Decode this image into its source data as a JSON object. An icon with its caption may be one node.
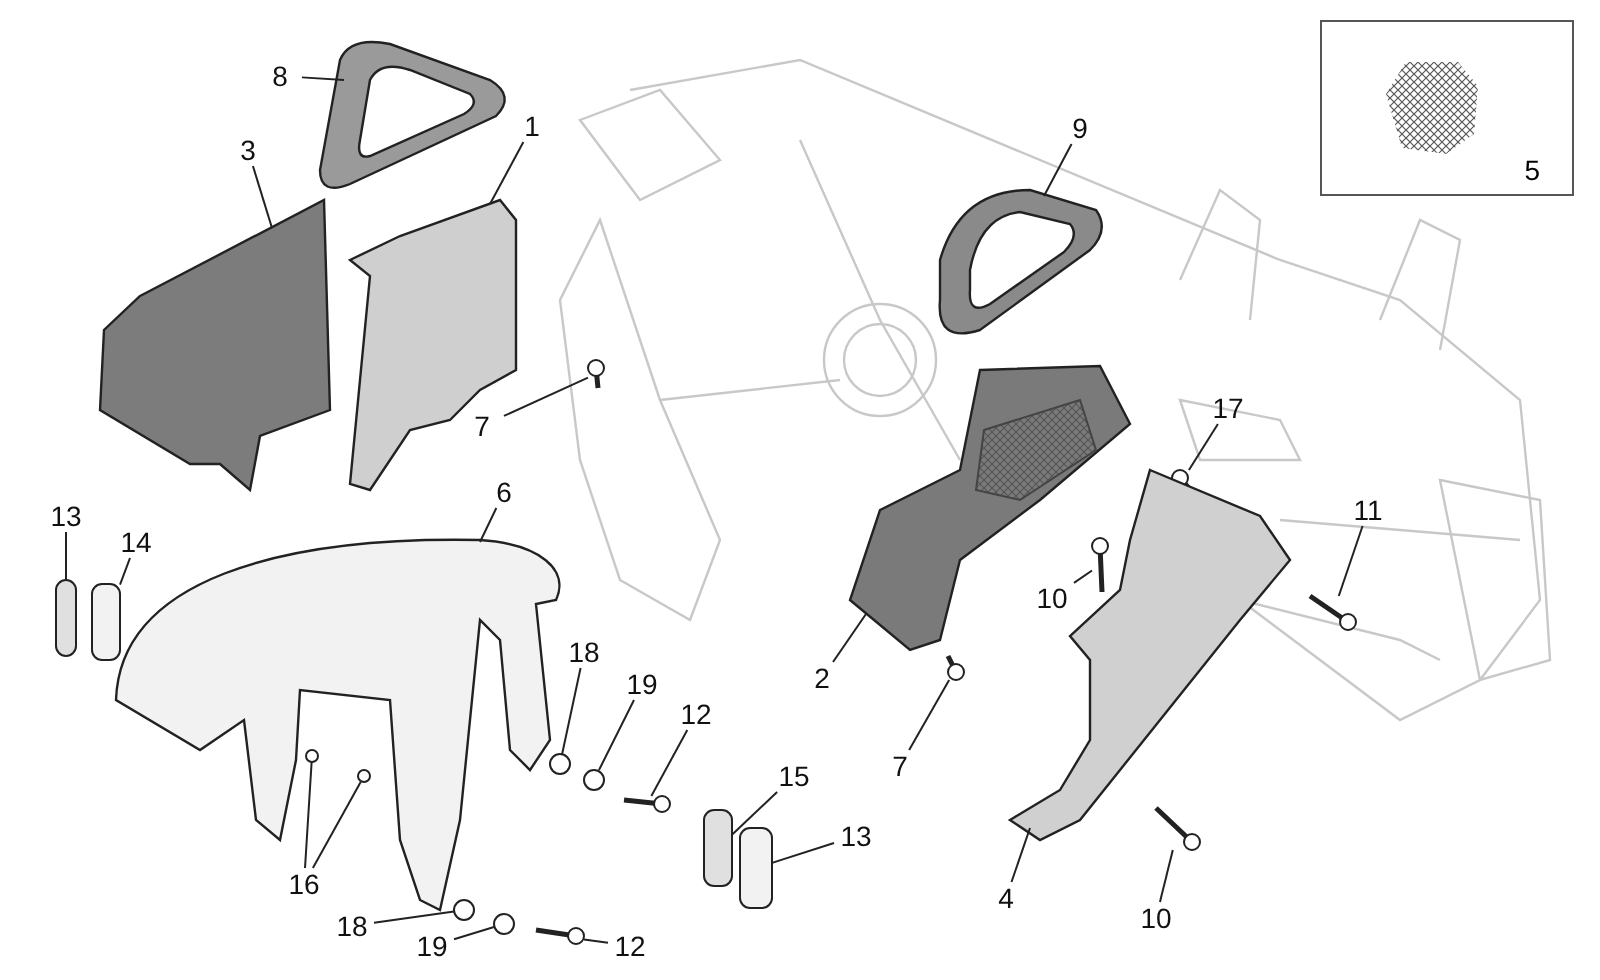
{
  "diagram": {
    "nodes": [
      {
        "text": [
          "8"
        ]
      },
      {
        "text": [
          "3"
        ]
      },
      {
        "text": [
          "1"
        ]
      },
      {
        "text": [
          "9"
        ]
      },
      {
        "text": [
          "5"
        ]
      },
      {
        "text": [
          "7"
        ]
      },
      {
        "text": [
          "17"
        ]
      },
      {
        "text": [
          "6"
        ]
      },
      {
        "text": [
          "13"
        ]
      },
      {
        "text": [
          "14"
        ]
      },
      {
        "text": [
          "11"
        ]
      },
      {
        "text": [
          "10"
        ]
      },
      {
        "text": [
          "18"
        ]
      },
      {
        "text": [
          "19"
        ]
      },
      {
        "text": [
          "2"
        ]
      },
      {
        "text": [
          "12"
        ]
      },
      {
        "text": [
          "7"
        ]
      },
      {
        "text": [
          "15"
        ]
      },
      {
        "text": [
          "16"
        ]
      },
      {
        "text": [
          "13"
        ]
      },
      {
        "text": [
          "4"
        ]
      },
      {
        "text": [
          "18"
        ]
      },
      {
        "text": [
          "19"
        ]
      },
      {
        "text": [
          "12"
        ]
      },
      {
        "text": [
          "10"
        ]
      },
      {
        "text": [],
        "shape": "ring"
      },
      {
        "text": [],
        "shape": "picture"
      },
      {
        "text": [],
        "shape": "picture"
      },
      {
        "text": [],
        "shape": "ring"
      },
      {
        "text": [],
        "shape": "screw"
      },
      {
        "text": [],
        "shape": "screw"
      },
      {
        "text": [],
        "shape": "picture"
      },
      {
        "text": [],
        "shape": "box"
      },
      {
        "text": [],
        "shape": "box"
      },
      {
        "text": [],
        "shape": "screw"
      },
      {
        "text": [],
        "shape": "screw"
      },
      {
        "text": [],
        "shape": "circle"
      },
      {
        "text": [],
        "shape": "circle"
      },
      {
        "text": [],
        "shape": "picture"
      },
      {
        "text": [],
        "shape": "screw"
      },
      {
        "text": [],
        "shape": "screw"
      },
      {
        "text": [],
        "shape": "box"
      },
      {
        "text": [],
        "shape": "circle"
      },
      {
        "text": [],
        "shape": "circle"
      },
      {
        "text": [],
        "shape": "box"
      },
      {
        "text": [],
        "shape": "picture"
      },
      {
        "text": [],
        "shape": "circle"
      },
      {
        "text": [],
        "shape": "circle"
      },
      {
        "text": [],
        "shape": "screw"
      },
      {
        "text": [],
        "shape": "screw"
      }
    ],
    "edges": [
      {
        "from": 0,
        "to": 25,
        "arrow": "none"
      },
      {
        "from": 1,
        "to": 26,
        "arrow": "none"
      },
      {
        "from": 2,
        "to": 27,
        "arrow": "none"
      },
      {
        "from": 3,
        "to": 28,
        "arrow": "none"
      },
      {
        "from": 5,
        "to": 29,
        "arrow": "none"
      },
      {
        "from": 6,
        "to": 30,
        "arrow": "none"
      },
      {
        "from": 7,
        "to": 31,
        "arrow": "none"
      },
      {
        "from": 8,
        "to": 32,
        "arrow": "none"
      },
      {
        "from": 9,
        "to": 33,
        "arrow": "none"
      },
      {
        "from": 10,
        "to": 34,
        "arrow": "none"
      },
      {
        "from": 11,
        "to": 35,
        "arrow": "none"
      },
      {
        "from": 12,
        "to": 36,
        "arrow": "none"
      },
      {
        "from": 13,
        "to": 37,
        "arrow": "none"
      },
      {
        "from": 14,
        "to": 38,
        "arrow": "none"
      },
      {
        "from": 15,
        "to": 39,
        "arrow": "none"
      },
      {
        "from": 16,
        "to": 40,
        "arrow": "none"
      },
      {
        "from": 17,
        "to": 41,
        "arrow": "none"
      },
      {
        "from": 18,
        "to": 42,
        "arrow": "none"
      },
      {
        "from": 18,
        "to": 43,
        "arrow": "none"
      },
      {
        "from": 19,
        "to": 44,
        "arrow": "none"
      },
      {
        "from": 20,
        "to": 45,
        "arrow": "none"
      },
      {
        "from": 21,
        "to": 46,
        "arrow": "none"
      },
      {
        "from": 22,
        "to": 47,
        "arrow": "none"
      },
      {
        "from": 23,
        "to": 48,
        "arrow": "none"
      },
      {
        "from": 24,
        "to": 49,
        "arrow": "none"
      }
    ]
  }
}
